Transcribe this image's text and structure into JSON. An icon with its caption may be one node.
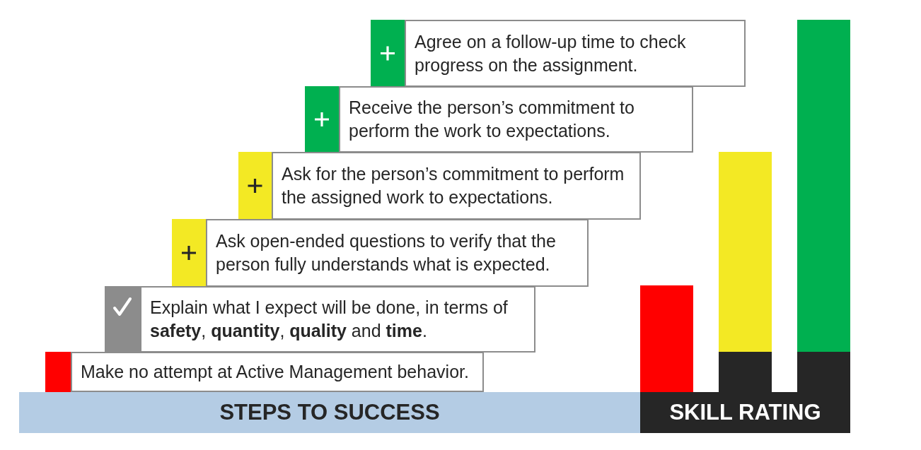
{
  "diagram": {
    "nodes": [
      {
        "text": [
          "Agree on a follow-up time to check progress on the assignment."
        ]
      },
      {
        "text": [
          "Receive the person’s commitment to perform the work to expectations."
        ]
      },
      {
        "text": [
          "Ask for the person’s commitment to perform the assigned work to expectations."
        ]
      },
      {
        "text": [
          "Ask open-ended questions to verify that the person fully understands what is expected."
        ]
      },
      {
        "text": [
          "Explain what I expect will be done, in terms of **safety**, **quantity**, **quality** and **time**."
        ]
      },
      {
        "text": [
          "Make no attempt at Active Management behavior."
        ]
      },
      {
        "text": [
          "STEPS TO SUCCESS"
        ]
      },
      {
        "text": [
          "SKILL RATING"
        ]
      },
      {
        "text": [],
        "shape": "bar"
      },
      {
        "text": [],
        "shape": "bar"
      },
      {
        "text": [],
        "shape": "bar"
      }
    ]
  }
}
